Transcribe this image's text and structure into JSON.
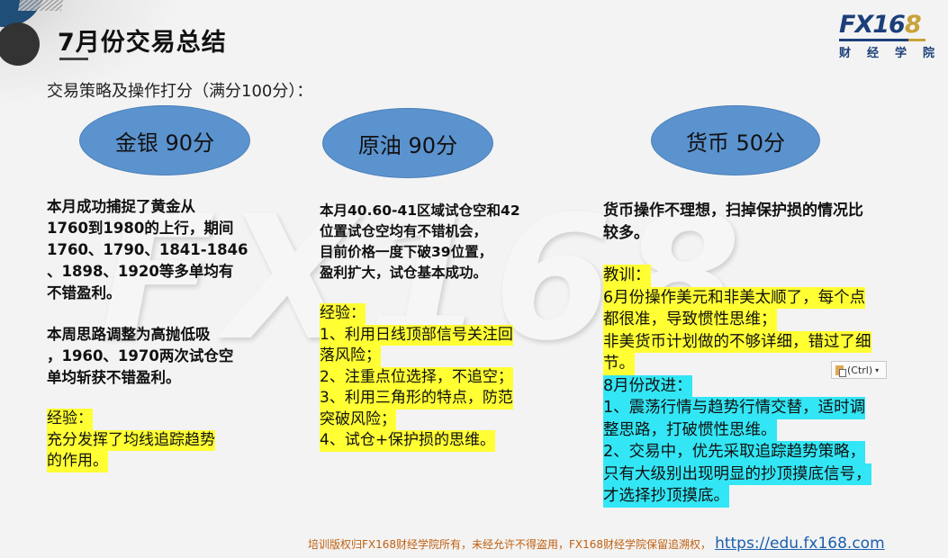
{
  "header": {
    "title": "7月份交易总结",
    "subtitle": "交易策略及操作打分（满分100分）："
  },
  "logo": {
    "main": "FX16",
    "main_gold": "8",
    "sub": [
      "财",
      "经",
      "学",
      "院"
    ]
  },
  "watermark": "FX168",
  "scores": [
    {
      "label": "金银 90分"
    },
    {
      "label": "原油 90分"
    },
    {
      "label": "货币 50分"
    }
  ],
  "columns": {
    "gold": {
      "summary": "本月成功捕捉了黄金从\n1760到1980的上行，期间\n1760、1790、1841-1846\n、1898、1920等多单均有\n不错盈利。",
      "week": "本周思路调整为高抛低吸\n，1960、1970两次试仓空\n单均斩获不错盈利。",
      "experience_lines": [
        "经验：",
        "充分发挥了均线追踪趋势",
        "的作用。"
      ]
    },
    "oil": {
      "summary": "本月40.60-41区域试仓空和42\n位置试仓空均有不错机会，\n目前价格一度下破39位置，\n盈利扩大，试仓基本成功。",
      "experience_lines": [
        "经验：",
        "1、利用日线顶部信号关注回",
        "落风险；",
        "2、注重点位选择，不追空；",
        "3、利用三角形的特点，防范",
        "突破风险；",
        "4、试仓+保护损的思维。"
      ]
    },
    "fx": {
      "summary": "货币操作不理想，扫掉保护损的情况比\n较多。",
      "lesson_lines": [
        "教训：",
        "6月份操作美元和非美太顺了，每个点",
        "都很准，导致惯性思维；",
        "非美货币计划做的不够详细，错过了细",
        "节。"
      ],
      "improve_lines": [
        "8月份改进：",
        "1、震荡行情与趋势行情交替，适时调",
        "整思路，打破惯性思维。",
        "2、交易中，优先采取追踪趋势策略，",
        "只有大级别出现明显的抄顶摸底信号，",
        "才选择抄顶摸底。"
      ]
    }
  },
  "paste_options": {
    "label": "(Ctrl)",
    "caret": "▾"
  },
  "footer": {
    "notice": "培训版权归FX168财经学院所有，未经允许不得盗用，FX168财经学院保留追溯权，",
    "link": "https://edu.fx168.com"
  },
  "colors": {
    "ellipse": "#5b93cf",
    "highlight_yellow": "#ffff33",
    "highlight_cyan": "#33e6f5",
    "logo_blue": "#1c3f7a",
    "logo_gold": "#c9a23a",
    "footer_text": "#c06010",
    "link": "#1a5fae"
  }
}
